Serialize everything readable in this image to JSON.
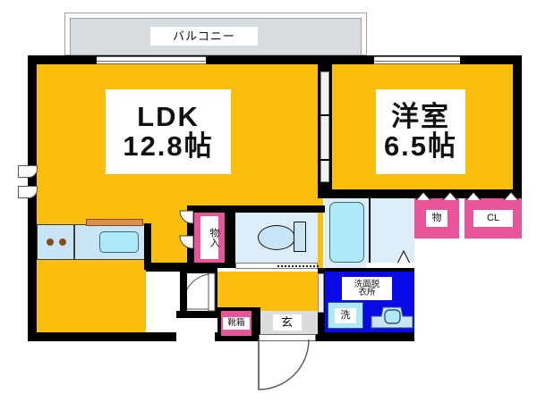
{
  "plan": {
    "type": "japanese-apartment-floorplan",
    "layout_type": "1LDK",
    "background": "#ffffff",
    "colors": {
      "room_floor": "#FCBE0C",
      "washroom": "#0A0AE6",
      "closet": "#E8559B",
      "bath_wc": "#DCEEFA",
      "bathtub": "#AEE9F7",
      "entrance": "#DCDCDC",
      "balcony": "#D9DCDE",
      "wall": "#000000"
    }
  },
  "balcony": {
    "label": "バルコニー"
  },
  "rooms": [
    {
      "id": "ldk",
      "name": "LDK",
      "size": "12.8帖",
      "size_value": 12.8,
      "size_unit": "帖"
    },
    {
      "id": "washitsu",
      "name": "洋室",
      "size": "6.5帖",
      "size_value": 6.5,
      "size_unit": "帖"
    }
  ],
  "storage": [
    {
      "id": "mono-ire",
      "label": "物入"
    },
    {
      "id": "mono-right",
      "label": "物"
    },
    {
      "id": "closet-cl",
      "label": "CL"
    },
    {
      "id": "kutsubako",
      "label": "靴箱"
    }
  ],
  "service": [
    {
      "id": "washroom",
      "label_line1": "洗面脱",
      "label_line2": "衣所"
    },
    {
      "id": "washer",
      "label": "洗"
    },
    {
      "id": "genkan",
      "label": "玄"
    }
  ],
  "fixtures": [
    {
      "id": "kitchen-sink",
      "name": "kitchen-sink-icon"
    },
    {
      "id": "kitchen-stove",
      "name": "stove-burners-icon"
    },
    {
      "id": "kitchen-counter",
      "name": "counter-top-icon"
    },
    {
      "id": "toilet",
      "name": "toilet-icon"
    },
    {
      "id": "bathtub",
      "name": "bathtub-icon"
    },
    {
      "id": "vanity",
      "name": "vanity-sink-icon"
    },
    {
      "id": "washing-machine",
      "name": "washing-machine-icon"
    }
  ],
  "openings": [
    {
      "id": "balcony-window-ldk",
      "name": "sliding-window-icon"
    },
    {
      "id": "balcony-window-bedroom",
      "name": "sliding-window-icon"
    },
    {
      "id": "ldk-west-window-upper",
      "name": "casement-window-icon"
    },
    {
      "id": "ldk-west-window-lower",
      "name": "casement-window-icon"
    },
    {
      "id": "ldk-bedroom-sliding-door",
      "name": "sliding-door-icon"
    },
    {
      "id": "entrance-door",
      "name": "entrance-door-icon"
    },
    {
      "id": "hall-door-to-ldk",
      "name": "swing-door-icon"
    },
    {
      "id": "mono-ire-door",
      "name": "folding-door-icon"
    },
    {
      "id": "wc-door",
      "name": "sliding-door-icon"
    },
    {
      "id": "washroom-door",
      "name": "sliding-door-icon"
    }
  ]
}
